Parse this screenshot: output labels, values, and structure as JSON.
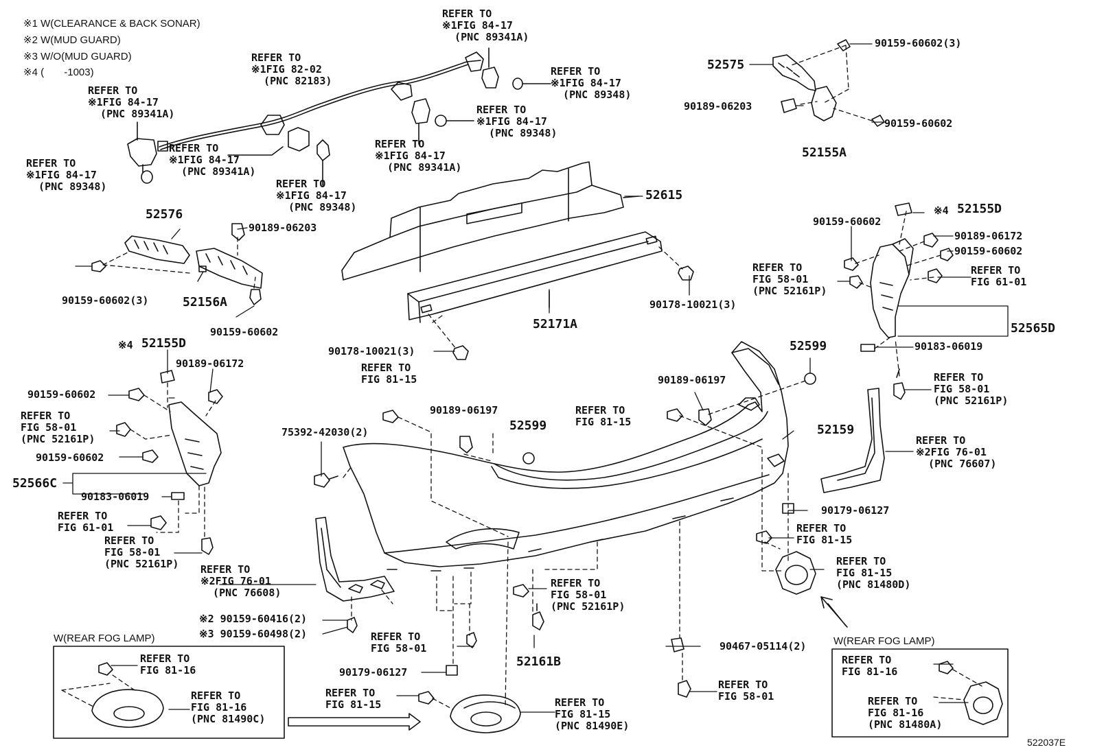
{
  "notes": [
    "※1 W(CLEARANCE & BACK SONAR)",
    "※2 W(MUD GUARD)",
    "※3 W/O(MUD GUARD)",
    "※4 (       -1003)"
  ],
  "parts": {
    "p52575": "52575",
    "p52155A": "52155A",
    "p52615": "52615",
    "p52576": "52576",
    "p52156A": "52156A",
    "p52171A": "52171A",
    "p52155D_r": "52155D",
    "p52155D_l": "52155D",
    "p52565D": "52565D",
    "p52566C": "52566C",
    "p52599_a": "52599",
    "p52599_b": "52599",
    "p52159": "52159",
    "p52161B": "52161B"
  },
  "mark4": "※4",
  "fasteners": {
    "f_9015960602_3_tr": "90159-60602(3)",
    "f_9018906203_tr": "90189-06203",
    "f_9015960602_tr": "90159-60602",
    "f_9018906203_l": "90189-06203",
    "f_9015960602_3_l": "90159-60602(3)",
    "f_9015960602_l": "90159-60602",
    "f_9017810021_3_r": "90178-10021(3)",
    "f_9017810021_3_c": "90178-10021(3)",
    "f_9015960602_r1": "90159-60602",
    "f_9018906172_r": "90189-06172",
    "f_9015960602_r2": "90159-60602",
    "f_9018306019_r": "90183-06019",
    "f_9018906172_l": "90189-06172",
    "f_9015960602_l2": "90159-60602",
    "f_9015960602_l3": "90159-60602",
    "f_9018306019_l": "90183-06019",
    "f_9018906197_c": "90189-06197",
    "f_9018906197_r": "90189-06197",
    "f_7539242030": "75392-42030(2)",
    "f_9017906127_r": "90179-06127",
    "f_9015960416": "※2 90159-60416(2)",
    "f_9015960498": "※3 90159-60498(2)",
    "f_9017906127_c": "90179-06127",
    "f_9046705114": "90467-05114(2)"
  },
  "refs": {
    "r_89341A_top": "REFER TO\n※1FIG 84-17\n  (PNC 89341A)",
    "r_82183": "REFER TO\n※1FIG 82-02\n  (PNC 82183)",
    "r_89348_top": "REFER TO\n※1FIG 84-17\n  (PNC 89348)",
    "r_89341A_l": "REFER TO\n※1FIG 84-17\n  (PNC 89341A)",
    "r_89348_c": "REFER TO\n※1FIG 84-17\n  (PNC 89348)",
    "r_89341A_m": "REFER TO\n※1FIG 84-17\n  (PNC 89341A)",
    "r_89341A_c": "REFER TO\n※1FIG 84-17\n  (PNC 89341A)",
    "r_89348_l": "REFER TO\n※1FIG 84-17\n  (PNC 89348)",
    "r_89348_m": "REFER TO\n※1FIG 84-17\n  (PNC 89348)",
    "r_52161P_r1": "REFER TO\nFIG 58-01\n(PNC 52161P)",
    "r_61_01_r": "REFER TO\nFIG 61-01",
    "r_52161P_r2": "REFER TO\nFIG 58-01\n(PNC 52161P)",
    "r_76607": "REFER TO\n※2FIG 76-01\n  (PNC 76607)",
    "r_81_15_r1": "REFER TO\nFIG 81-15",
    "r_81480D": "REFER TO\nFIG 81-15\n(PNC 81480D)",
    "r_52161P_l1": "REFER TO\nFIG 58-01\n(PNC 52161P)",
    "r_61_01_l": "REFER TO\nFIG 61-01",
    "r_52161P_l2": "REFER TO\nFIG 58-01\n(PNC 52161P)",
    "r_76608": "REFER TO\n※2FIG 76-01\n  (PNC 76608)",
    "r_81_15_c1": "REFER TO\nFIG 81-15",
    "r_81_15_c2": "REFER TO\nFIG 81-15",
    "r_52161P_c": "REFER TO\nFIG 58-01\n(PNC 52161P)",
    "r_58_01_c": "REFER TO\nFIG 58-01",
    "r_81_15_c3": "REFER TO\nFIG 81-15",
    "r_81490E": "REFER TO\nFIG 81-15\n(PNC 81490E)",
    "r_58_01_b": "REFER TO\nFIG 58-01",
    "r_81_16_l1": "REFER TO\nFIG 81-16",
    "r_81490C": "REFER TO\nFIG 81-16\n(PNC 81490C)",
    "r_81_16_r1": "REFER TO\nFIG 81-16",
    "r_81480A": "REFER TO\nFIG 81-16\n(PNC 81480A)"
  },
  "inset_left_title": "W(REAR FOG LAMP)",
  "inset_right_title": "W(REAR FOG LAMP)",
  "diagram_id": "522037E"
}
